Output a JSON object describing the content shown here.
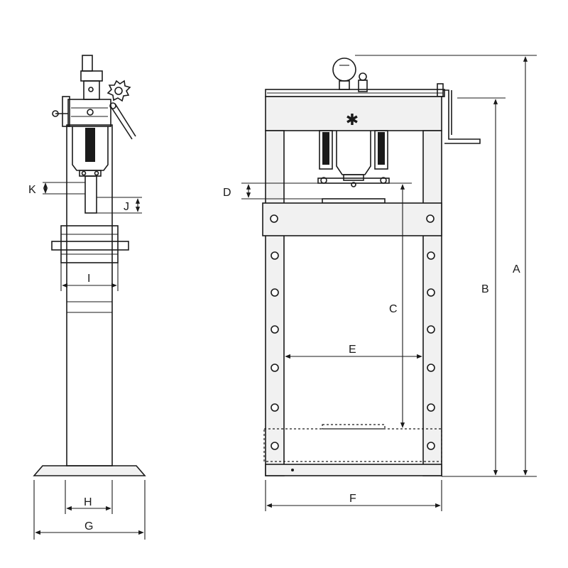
{
  "labels": {
    "a": "A",
    "b": "B",
    "c": "C",
    "d": "D",
    "e": "E",
    "f": "F",
    "g": "G",
    "h": "H",
    "i": "I",
    "j": "J",
    "k": "K"
  },
  "colors": {
    "ink": "#1a1a1a",
    "part_fill": "#f1f1f1",
    "background": "#ffffff"
  }
}
